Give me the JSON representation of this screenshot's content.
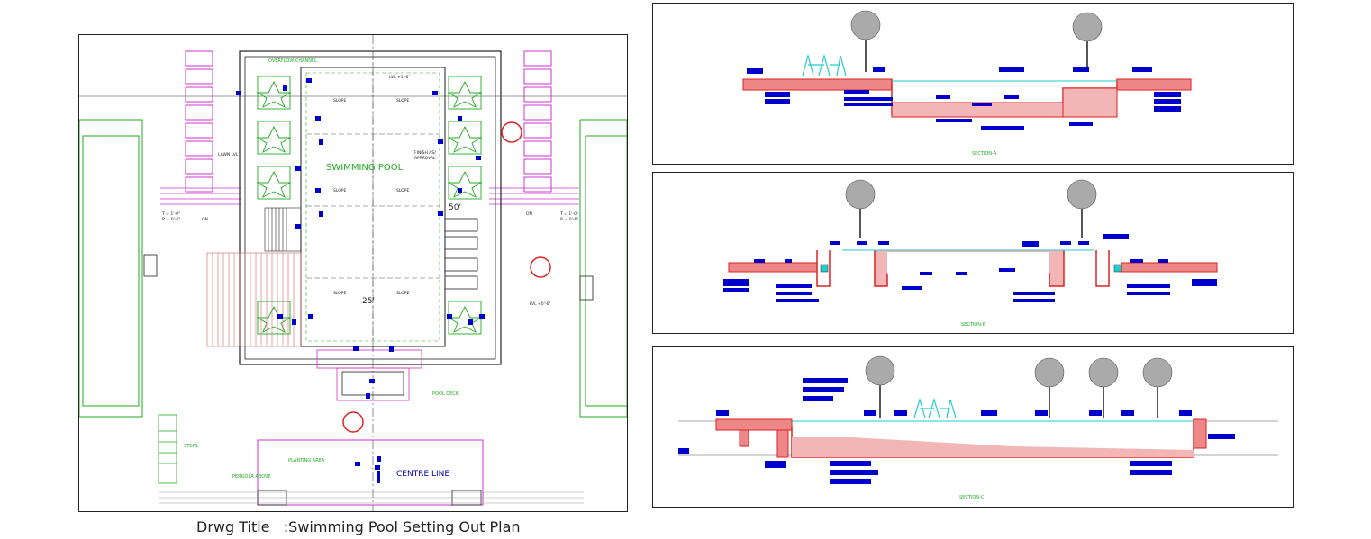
{
  "plan": {
    "title_label": "Drwg Title",
    "title_value": ":Swimming Pool Setting Out Plan",
    "labels": {
      "swimming_pool": "SWIMMING POOL",
      "overflow_channel": "OVERFLOW CHANNEL",
      "centre_line": "CENTRE LINE",
      "planting_area": "PLANTING AREA",
      "pool_deck": "POOL DECK",
      "pergola_above": "PERGOLA ABOVE",
      "steps": "STEPS",
      "dim_50": "50'",
      "dim_25": "25'",
      "finish_approval_1": "FINISH AS/",
      "finish_approval_2": "APPROVAL",
      "slope": "SLOPE",
      "lvl_1": "LVL +1'-6\"",
      "lvl_2": "LVL +0'-6\"",
      "lawn_lvl": "LAWN LVL",
      "on": "ON",
      "t1": "T = 1'-0\"",
      "r1": "R = 0'-6\""
    }
  },
  "sections": [
    {
      "label": "SECTION-A"
    },
    {
      "label": "SECTION-B"
    },
    {
      "label": "SECTION-C"
    }
  ],
  "colors": {
    "line": "#222222",
    "magenta": "#cc33cc",
    "green": "#22aa22",
    "blue": "#0000cc",
    "red": "#dd2222",
    "hatch": "#e08080",
    "cyan": "#22cccc"
  }
}
